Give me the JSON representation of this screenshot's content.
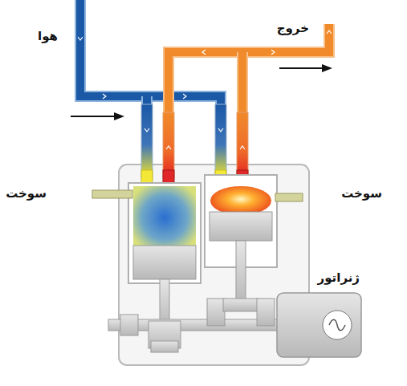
{
  "diagram": {
    "labels": [
      "هوا",
      "خروج",
      "سوخت",
      "سوخت",
      "ژنراتور"
    ]
  }
}
